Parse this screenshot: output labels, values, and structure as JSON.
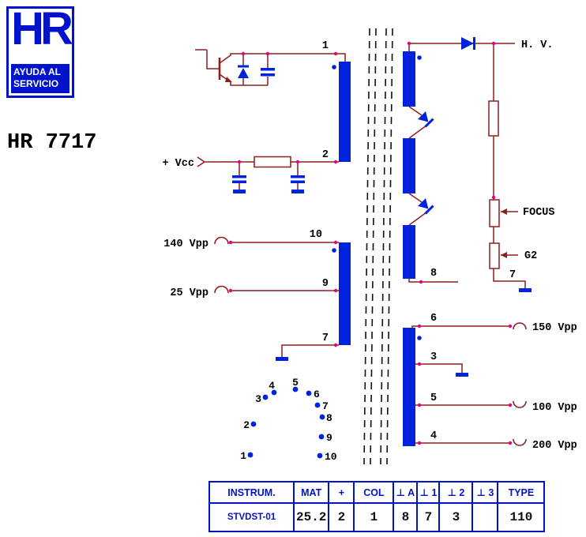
{
  "logo": {
    "monogram": "HR",
    "line1": "AYUDA AL",
    "line2": "SERVICIO"
  },
  "title": "HR 7717",
  "colors": {
    "blue": "#0022dd",
    "logo_blue": "#0013cc",
    "wire": "#8e1f1f",
    "junction": "#e6007e"
  },
  "icons": {
    "pulse_positive": "∩",
    "pulse_negative": "∪"
  },
  "signals": {
    "vcc": "+ Vcc",
    "v140": "140 Vpp",
    "v25": "25 Vpp",
    "hv": "H. V.",
    "focus": "FOCUS",
    "g2": "G2",
    "v150": "150 Vpp",
    "v100": "100 Vpp",
    "v200": "200 Vpp"
  },
  "pins": {
    "primary": {
      "p1": "1",
      "p2": "2",
      "p10": "10",
      "p9": "9",
      "p7": "7"
    },
    "secondary": {
      "p8": "8",
      "p7": "7",
      "p6": "6",
      "p3": "3",
      "p5": "5",
      "p4": "4"
    },
    "arc": [
      "1",
      "2",
      "3",
      "4",
      "5",
      "6",
      "7",
      "8",
      "9",
      "10"
    ]
  },
  "table": {
    "headers": [
      "INSTRUM.",
      "MAT",
      "+",
      "COL",
      "⊥ A",
      "⊥ 1",
      "⊥ 2",
      "⊥ 3",
      "TYPE"
    ],
    "values": [
      "STVDST-01",
      "25.2",
      "2",
      "1",
      "8",
      "7",
      "3",
      "",
      "110"
    ]
  }
}
